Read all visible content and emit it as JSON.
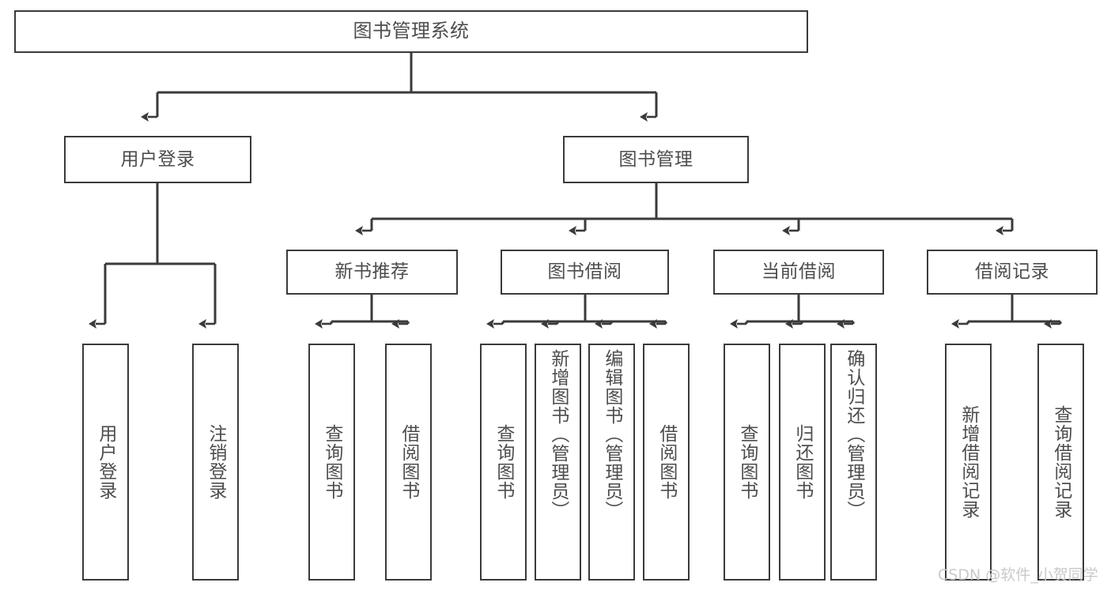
{
  "diagram": {
    "type": "tree-hierarchy",
    "title": "图书管理系统",
    "root": {
      "id": "root",
      "label": "图书管理系统"
    },
    "level1": [
      {
        "id": "user-login",
        "label": "用户登录"
      },
      {
        "id": "book-manage",
        "label": "图书管理"
      }
    ],
    "level2": [
      {
        "id": "new-book-recommend",
        "label": "新书推荐",
        "parent": "book-manage"
      },
      {
        "id": "book-borrow",
        "label": "图书借阅",
        "parent": "book-manage"
      },
      {
        "id": "current-borrow",
        "label": "当前借阅",
        "parent": "book-manage"
      },
      {
        "id": "borrow-record",
        "label": "借阅记录",
        "parent": "book-manage"
      }
    ],
    "leaves": [
      {
        "id": "leaf-user-login",
        "label": "用户登录",
        "parent": "user-login"
      },
      {
        "id": "leaf-user-logout",
        "label": "注销登录",
        "parent": "user-login"
      },
      {
        "id": "leaf-query-book-1",
        "label": "查询图书",
        "parent": "new-book-recommend"
      },
      {
        "id": "leaf-borrow-book-1",
        "label": "借阅图书",
        "parent": "new-book-recommend"
      },
      {
        "id": "leaf-query-book-2",
        "label": "查询图书",
        "parent": "book-borrow"
      },
      {
        "id": "leaf-add-book",
        "label": "新增图书（管理员）",
        "parent": "book-borrow"
      },
      {
        "id": "leaf-edit-book",
        "label": "编辑图书（管理员）",
        "parent": "book-borrow"
      },
      {
        "id": "leaf-borrow-book-2",
        "label": "借阅图书",
        "parent": "book-borrow"
      },
      {
        "id": "leaf-query-book-3",
        "label": "查询图书",
        "parent": "current-borrow"
      },
      {
        "id": "leaf-return-book",
        "label": "归还图书",
        "parent": "current-borrow"
      },
      {
        "id": "leaf-confirm-return",
        "label": "确认归还（管理员）",
        "parent": "current-borrow"
      },
      {
        "id": "leaf-add-record",
        "label": "新增借阅记录",
        "parent": "borrow-record"
      },
      {
        "id": "leaf-query-record",
        "label": "查询借阅记录",
        "parent": "borrow-record"
      }
    ],
    "colors": {
      "stroke": "#3a3a3a",
      "text": "#4d4d4d",
      "background": "#ffffff",
      "watermark": "#c9c9c9"
    }
  },
  "watermark": {
    "text": "CSDN @软件_小贺同学"
  }
}
